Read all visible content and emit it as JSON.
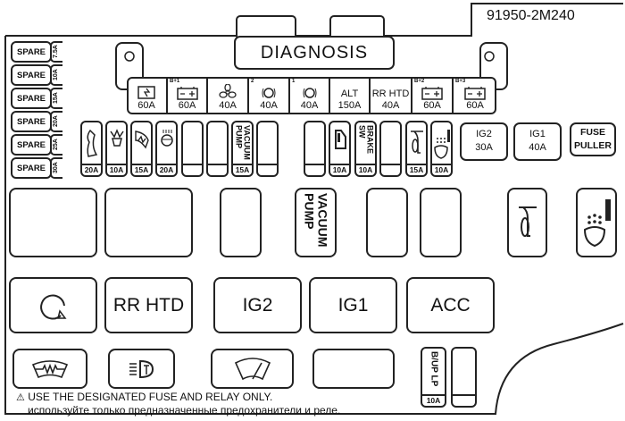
{
  "part_number": "91950-2M240",
  "diagnosis_label": "DIAGNOSIS",
  "spares": [
    {
      "label": "SPARE",
      "amp": "7.5A"
    },
    {
      "label": "SPARE",
      "amp": "10A"
    },
    {
      "label": "SPARE",
      "amp": "15A"
    },
    {
      "label": "SPARE",
      "amp": "20A"
    },
    {
      "label": "SPARE",
      "amp": "25A"
    },
    {
      "label": "SPARE",
      "amp": "30A"
    }
  ],
  "main_fuses": [
    {
      "icon": "ecu-icon",
      "tag": "",
      "label": "",
      "amp": "60A"
    },
    {
      "icon": "battery-icon",
      "tag": "B+1",
      "label": "",
      "amp": "60A"
    },
    {
      "icon": "fan-icon",
      "tag": "",
      "label": "",
      "amp": "40A"
    },
    {
      "icon": "abs-icon",
      "tag": "2",
      "label": "",
      "amp": "40A"
    },
    {
      "icon": "abs-icon",
      "tag": "1",
      "label": "",
      "amp": "40A"
    },
    {
      "icon": "",
      "tag": "",
      "label": "ALT",
      "amp": "150A"
    },
    {
      "icon": "",
      "tag": "",
      "label": "RR HTD",
      "amp": "40A"
    },
    {
      "icon": "battery-icon",
      "tag": "B+2",
      "label": "",
      "amp": "60A"
    },
    {
      "icon": "battery-icon",
      "tag": "B+3",
      "label": "",
      "amp": "60A"
    }
  ],
  "small_fuses": [
    {
      "icon": "door-lock-icon",
      "label": "",
      "amp": "20A"
    },
    {
      "icon": "interior-lamp-icon",
      "label": "",
      "amp": "10A"
    },
    {
      "icon": "washer-icon",
      "label": "",
      "amp": "15A"
    },
    {
      "icon": "headlamp-icon",
      "label": "",
      "amp": "20A"
    },
    {
      "icon": "",
      "label": "",
      "amp": ""
    },
    {
      "icon": "",
      "label": "",
      "amp": ""
    },
    {
      "icon": "",
      "label": "VACUUM PUMP",
      "amp": "15A"
    },
    {
      "icon": "",
      "label": "",
      "amp": ""
    },
    {
      "icon": "",
      "label": "",
      "amp": ""
    },
    {
      "icon": "door-icon",
      "label": "",
      "amp": "10A"
    },
    {
      "icon": "",
      "label": "BRAKE SW",
      "amp": "10A"
    },
    {
      "icon": "",
      "label": "",
      "amp": ""
    },
    {
      "icon": "horn-icon",
      "label": "",
      "amp": "15A"
    },
    {
      "icon": "fog-lamp-icon",
      "label": "",
      "amp": "10A"
    }
  ],
  "ig2": {
    "label": "IG2",
    "amp": "30A"
  },
  "ig1": {
    "label": "IG1",
    "amp": "40A"
  },
  "fuse_puller": "FUSE PULLER",
  "relays": {
    "vacuum_pump": "VACUUM PUMP",
    "rr_htd": "RR HTD",
    "ig2": "IG2",
    "ig1": "IG1",
    "acc": "ACC"
  },
  "bup": {
    "label": "B/UP LP",
    "amp": "10A"
  },
  "warning_en": "USE THE DESIGNATED FUSE AND RELAY ONLY.",
  "warning_ru": "используйте только предназначенные предохранители и реле."
}
